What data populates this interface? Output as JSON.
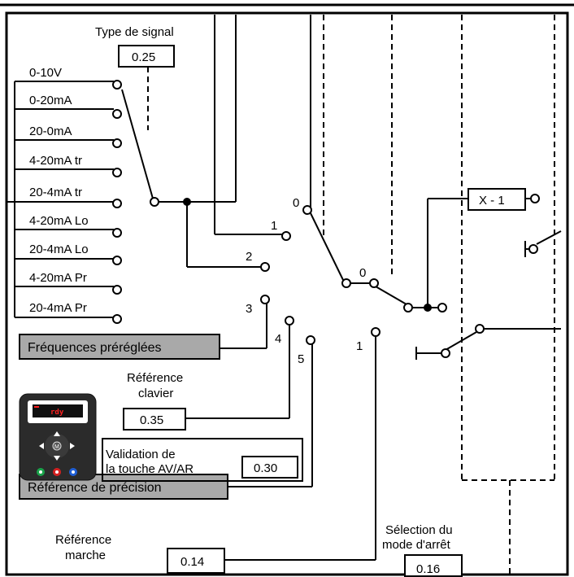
{
  "parameter_boxes": {
    "type_signal": "0.25",
    "reference_clavier": "0.35",
    "validation_av_ar": "0.30",
    "reference_marche": "0.14",
    "selection_arret": "0.16",
    "x_minus_1": "X - 1"
  },
  "labels": {
    "type_signal_line1": "Type de signal",
    "reference_clavier_line1": "Référence",
    "reference_clavier_line2": "clavier",
    "validation_line1": "Validation de",
    "validation_line2": "la touche AV/AR",
    "reference_marche_line1": "Référence",
    "reference_marche_line2": "marche",
    "selection_arret_line1": "Sélection du",
    "selection_arret_line2": "mode d'arrêt"
  },
  "signal_options": [
    "0-10V",
    "0-20mA",
    "20-0mA",
    "4-20mA tr",
    "20-4mA tr",
    "4-20mA Lo",
    "20-4mA Lo",
    "4-20mA Pr",
    "20-4mA Pr"
  ],
  "grey_boxes": {
    "frequences": "Fréquences préréglées",
    "reference_precision": "Référence de précision"
  },
  "switch_numbers": {
    "n0_top": "0",
    "n1": "1",
    "n2": "2",
    "n3": "3",
    "n4": "4",
    "n5": "5",
    "n0_mid": "0",
    "n1_lower": "1"
  },
  "keypad": {
    "display_text": "rdy",
    "ok_glyph": "M"
  },
  "colors": {
    "grey_box": "#a9a9a9",
    "keypad_body": "#2b2b2b",
    "keypad_green": "#1aa34a",
    "keypad_red": "#d42020",
    "keypad_blue": "#1f5fd6"
  }
}
